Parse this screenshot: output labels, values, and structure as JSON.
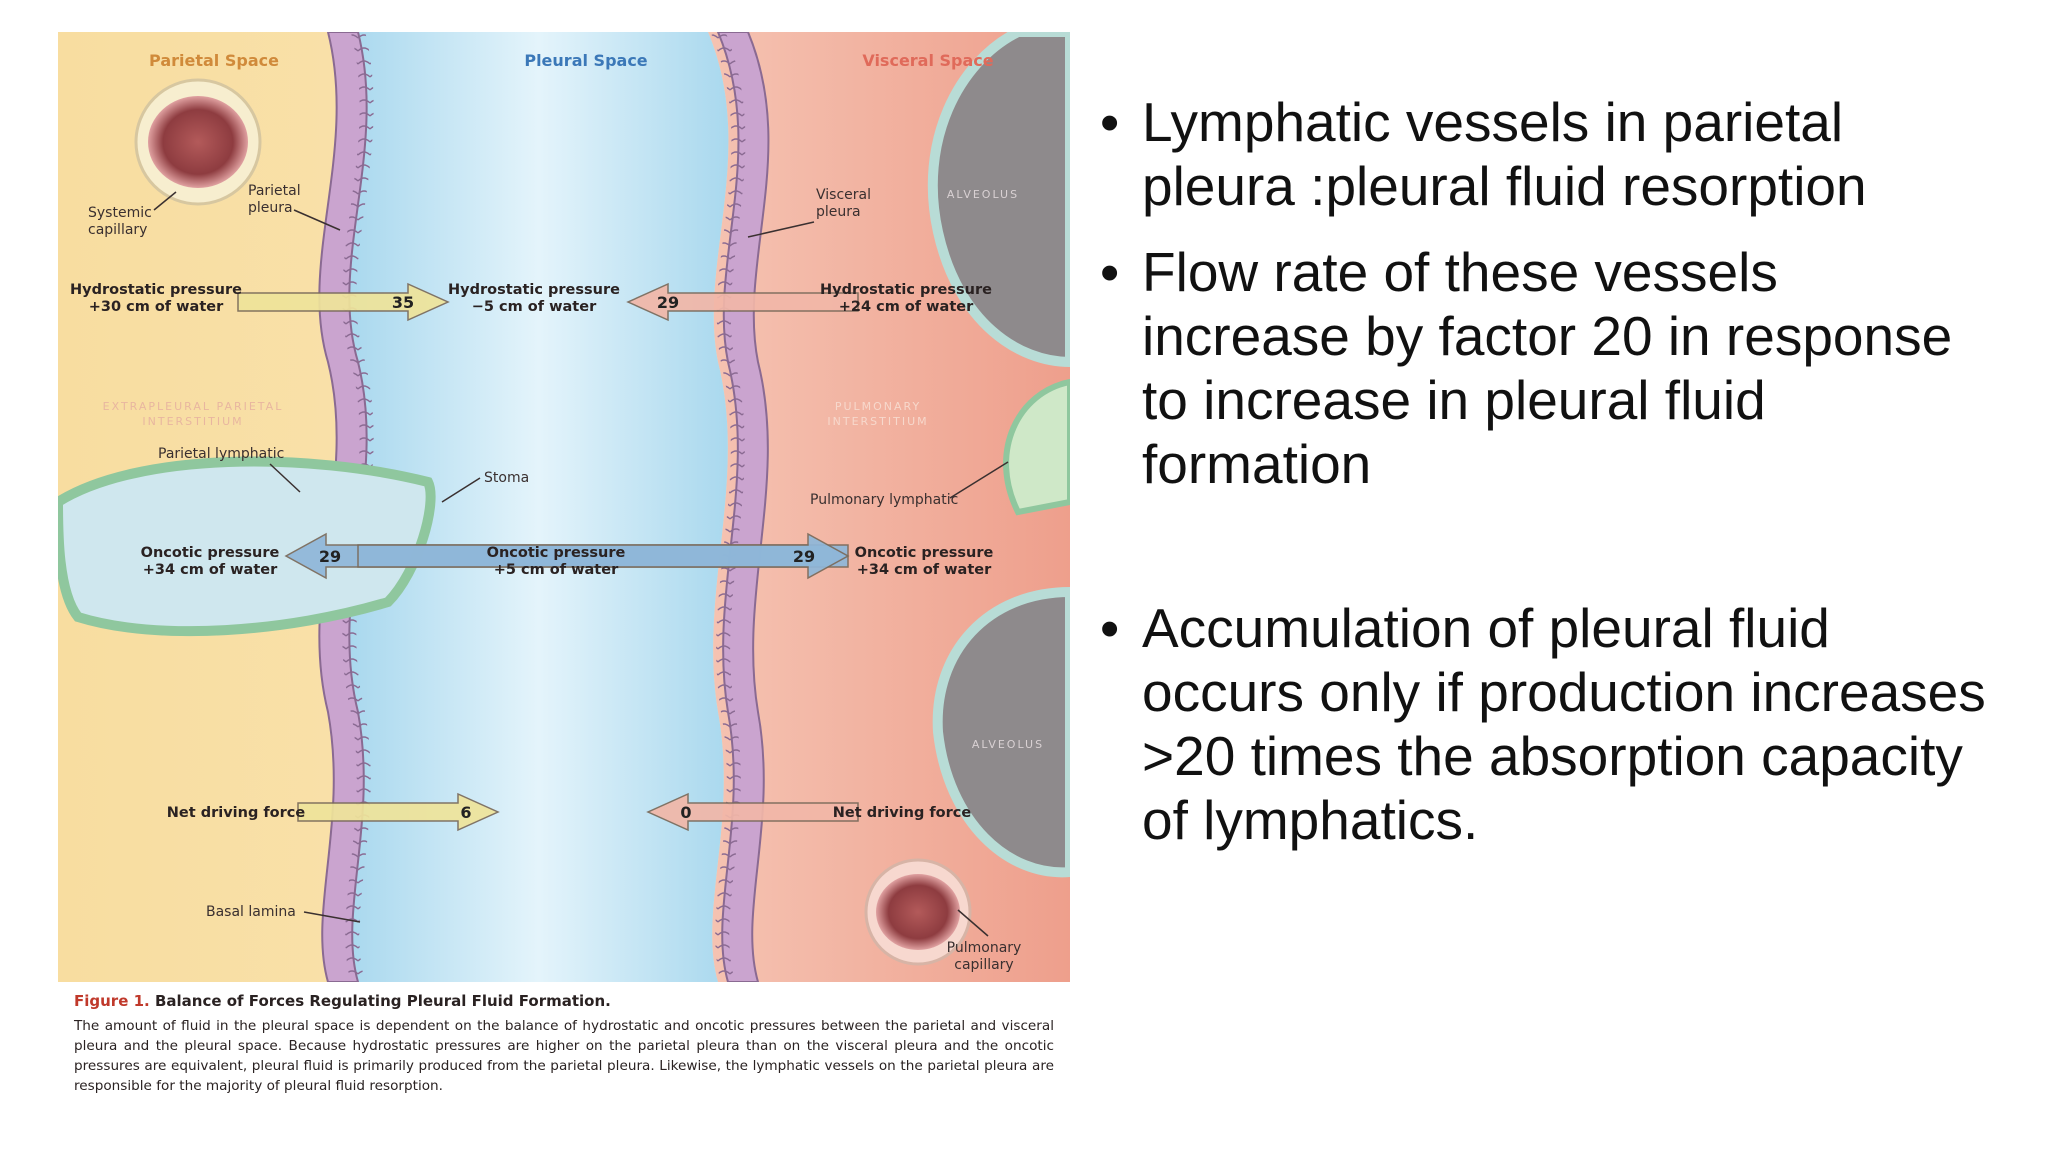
{
  "figure": {
    "headers": {
      "parietal_space": "Parietal Space",
      "pleural_space": "Pleural Space",
      "visceral_space": "Visceral Space"
    },
    "labels": {
      "systemic_capillary_1": "Systemic",
      "systemic_capillary_2": "capillary",
      "parietal_pleura_1": "Parietal",
      "parietal_pleura_2": "pleura",
      "visceral_pleura_1": "Visceral",
      "visceral_pleura_2": "pleura",
      "alveolus_top": "ALVEOLUS",
      "alveolus_bottom": "ALVEOLUS",
      "extrapleural_1": "EXTRAPLEURAL PARIETAL",
      "extrapleural_2": "INTERSTITIUM",
      "pulmonary_interstitium_1": "PULMONARY",
      "pulmonary_interstitium_2": "INTERSTITIUM",
      "parietal_lymphatic": "Parietal lymphatic",
      "stoma": "Stoma",
      "pulmonary_lymphatic": "Pulmonary lymphatic",
      "basal_lamina": "Basal lamina",
      "pulmonary_capillary_1": "Pulmonary",
      "pulmonary_capillary_2": "capillary"
    },
    "pressures": {
      "hydro_left_1": "Hydrostatic pressure",
      "hydro_left_2": "+30 cm of water",
      "hydro_mid_1": "Hydrostatic pressure",
      "hydro_mid_2": "−5 cm of water",
      "hydro_right_1": "Hydrostatic pressure",
      "hydro_right_2": "+24 cm of water",
      "onc_left_1": "Oncotic pressure",
      "onc_left_2": "+34 cm of water",
      "onc_mid_1": "Oncotic pressure",
      "onc_mid_2": "+5 cm of water",
      "onc_right_1": "Oncotic pressure",
      "onc_right_2": "+34 cm of water",
      "net_left": "Net driving force",
      "net_right": "Net driving force"
    },
    "arrow_values": {
      "hydro_left": "35",
      "hydro_right": "29",
      "onc_left": "29",
      "onc_right": "29",
      "net_left": "6",
      "net_right": "0"
    },
    "caption": {
      "figure_no": "Figure 1.",
      "title": "Balance of Forces Regulating Pleural Fluid Formation.",
      "body": "The amount of fluid in the pleural space is dependent on the balance of hydrostatic and oncotic pressures between the parietal and visceral pleura and the pleural space. Because hydrostatic pressures are higher on the parietal pleura than on the visceral pleura and the oncotic pressures are equivalent, pleural fluid is primarily produced from the parietal pleura. Likewise, the lymphatic vessels on the parietal pleura are responsible for the majority of pleural fluid resorption."
    }
  },
  "bullets": [
    "Lymphatic vessels in parietal  pleura :pleural fluid resorption",
    "Flow rate of these vessels increase by factor 20 in response to increase in pleural  fluid formation",
    "Accumulation of pleural fluid  occurs only if production  increases >20 times the  absorption capacity of  lymphatics."
  ],
  "colors": {
    "parietal_bg": "#f9e3a8",
    "pleural_bg": "#bfe3f2",
    "visceral_bg": "#f3b8a6",
    "membrane": "#b48ab8",
    "lymphatic": "#8fc79e",
    "arrow_yellow": "#efe49a",
    "arrow_blue": "#8fb7d9",
    "arrow_salmon": "#f2b7a8",
    "alveolus": "#8e8a8c"
  }
}
